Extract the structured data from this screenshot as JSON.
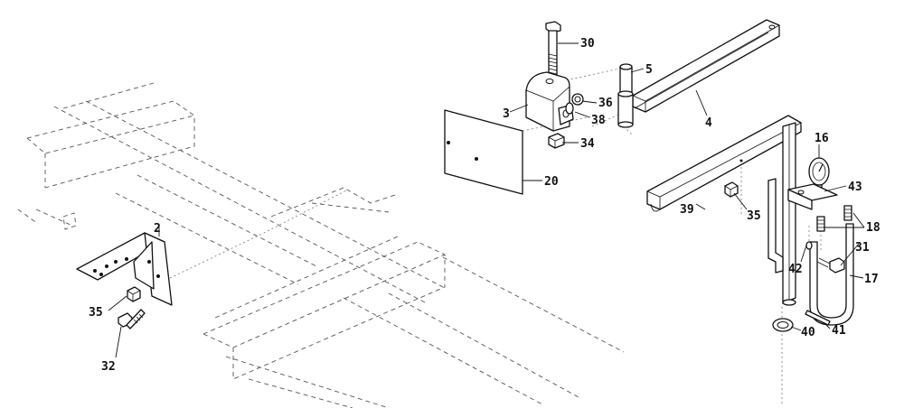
{
  "diagram": {
    "callouts": {
      "c30": "30",
      "c5": "5",
      "c36": "36",
      "c3": "3",
      "c38": "38",
      "c4": "4",
      "c34": "34",
      "c20": "20",
      "c16": "16",
      "c43": "43",
      "c39": "39",
      "c35a": "35",
      "c18": "18",
      "c31": "31",
      "c2": "2",
      "c42": "42",
      "c17": "17",
      "c35b": "35",
      "c32": "32",
      "c40": "40",
      "c41": "41"
    },
    "colors": {
      "line": "#111111",
      "background": "#ffffff",
      "dashed": "#555555"
    }
  }
}
